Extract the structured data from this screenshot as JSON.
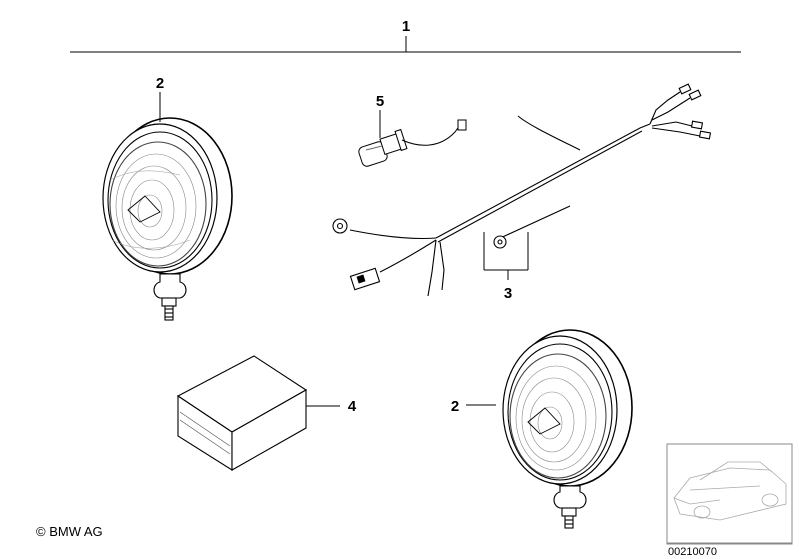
{
  "callouts": {
    "assembly": "1",
    "fog_lamp_left": "2",
    "fog_lamp_right": "2",
    "wiring_harness": "3",
    "package": "4",
    "bulb": "5"
  },
  "footer": {
    "copyright": "© BMW AG",
    "diagram_number": "00210070"
  },
  "colors": {
    "line": "#000000",
    "background": "#ffffff",
    "thumbnail_border": "#888888"
  }
}
